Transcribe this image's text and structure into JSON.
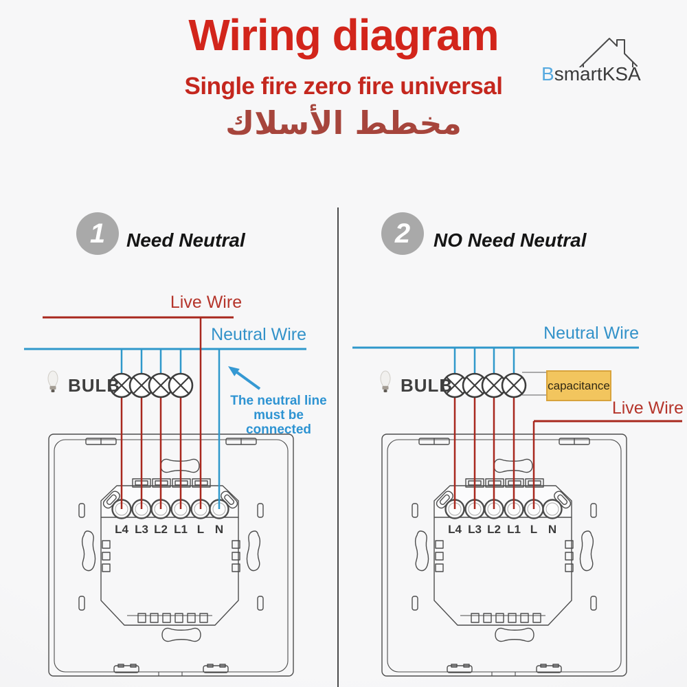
{
  "header": {
    "title": "Wiring diagram",
    "subtitle": "Single fire zero fire universal",
    "title_arabic": "مخطط الأسلاك",
    "logo": {
      "prefix": "B",
      "name": "smartKSA",
      "icon": "house-icon"
    }
  },
  "colors": {
    "title_red": "#d2251b",
    "subtitle_red": "#c4271e",
    "arabic_red": "#a6453c",
    "live_wire_red": "#a8281e",
    "live_label_red": "#b5352b",
    "neutral_wire_blue": "#2f98cb",
    "neutral_label_blue": "#3392c9",
    "note_blue": "#2d93d2",
    "step_circle_gray": "#a9a9a9",
    "capacitance_fill": "#f2c55e",
    "capacitance_border": "#d8a33c",
    "logo_blue": "#58aae0",
    "outline_gray": "#4d4d4d"
  },
  "panels": [
    {
      "step_number": "1",
      "heading": "Need Neutral",
      "bulb_count": 4,
      "labels": {
        "live_wire": "Live Wire",
        "neutral_wire": "Neutral Wire",
        "bulb": "BULB",
        "note_line1": "The neutral line",
        "note_line2": "must be connected"
      },
      "terminals": [
        "L4",
        "L3",
        "L2",
        "L1",
        "L",
        "N"
      ]
    },
    {
      "step_number": "2",
      "heading": "NO Need Neutral",
      "bulb_count": 4,
      "labels": {
        "neutral_wire": "Neutral Wire",
        "live_wire": "Live Wire",
        "bulb": "BULB",
        "capacitance": "capacitance"
      },
      "terminals": [
        "L4",
        "L3",
        "L2",
        "L1",
        "L",
        "N"
      ]
    }
  ]
}
